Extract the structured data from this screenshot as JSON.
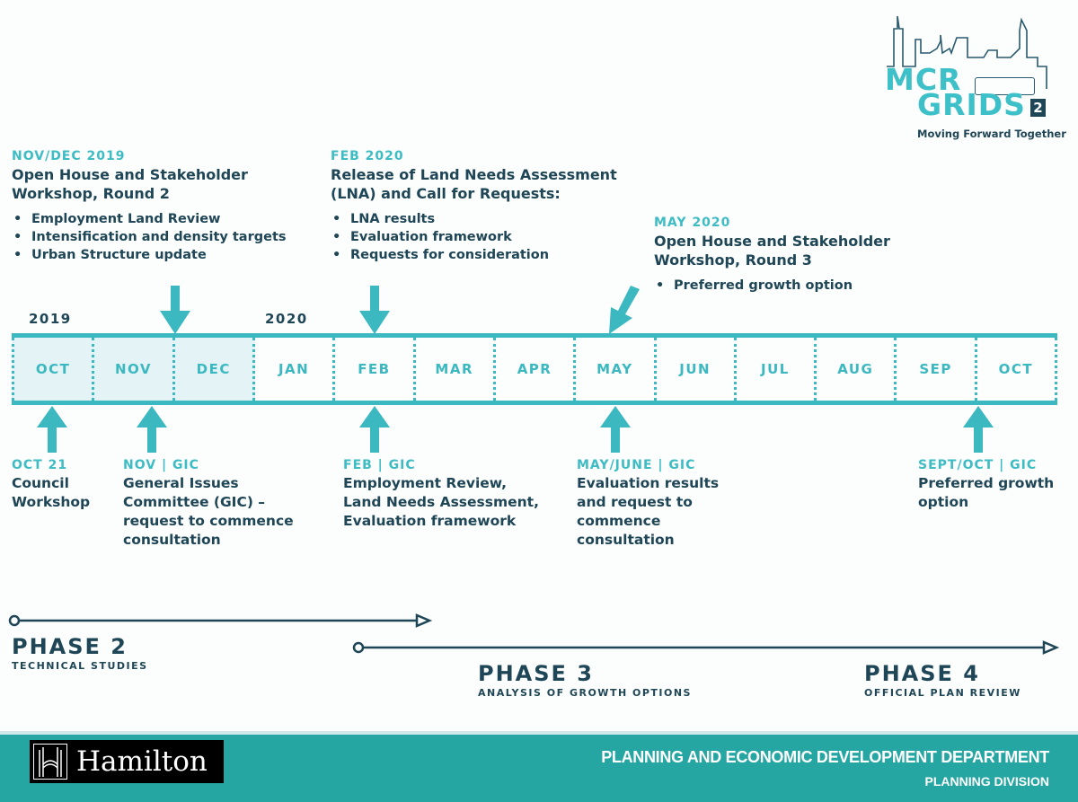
{
  "logo": {
    "name_line1": "MCR",
    "name_line2": "GRIDS",
    "superscript": "2",
    "tagline": "Moving Forward Together"
  },
  "events_top": [
    {
      "date": "NOV/DEC 2019",
      "title": "Open House and Stakeholder Workshop, Round 2",
      "bullets": [
        "Employment Land Review",
        "Intensification and density targets",
        "Urban Structure update"
      ]
    },
    {
      "date": "FEB 2020",
      "title": "Release of Land Needs Assessment (LNA) and Call for Requests:",
      "bullets": [
        "LNA results",
        "Evaluation framework",
        "Requests for consideration"
      ]
    },
    {
      "date": "MAY 2020",
      "title": "Open House and Stakeholder Workshop, Round 3",
      "bullets": [
        "Preferred growth option"
      ]
    }
  ],
  "years": [
    "2019",
    "2020"
  ],
  "months": [
    {
      "label": "OCT",
      "shaded": true
    },
    {
      "label": "NOV",
      "shaded": true
    },
    {
      "label": "DEC",
      "shaded": true
    },
    {
      "label": "JAN",
      "shaded": false
    },
    {
      "label": "FEB",
      "shaded": false
    },
    {
      "label": "MAR",
      "shaded": false
    },
    {
      "label": "APR",
      "shaded": false
    },
    {
      "label": "MAY",
      "shaded": false
    },
    {
      "label": "JUN",
      "shaded": false
    },
    {
      "label": "JUL",
      "shaded": false
    },
    {
      "label": "AUG",
      "shaded": false
    },
    {
      "label": "SEP",
      "shaded": false
    },
    {
      "label": "OCT",
      "shaded": false
    }
  ],
  "events_bottom": [
    {
      "date": "OCT 21",
      "text": "Council Workshop"
    },
    {
      "date": "NOV | GIC",
      "text": "General Issues Committee (GIC) – request to commence consultation"
    },
    {
      "date": "FEB | GIC",
      "text": "Employment Review, Land Needs Assessment, Evaluation framework"
    },
    {
      "date": "MAY/JUNE | GIC",
      "text": "Evaluation results and request to commence consultation"
    },
    {
      "date": "SEPT/OCT | GIC",
      "text": "Preferred growth option"
    }
  ],
  "phases": [
    {
      "title": "PHASE 2",
      "subtitle": "TECHNICAL STUDIES"
    },
    {
      "title": "PHASE 3",
      "subtitle": "ANALYSIS OF GROWTH OPTIONS"
    },
    {
      "title": "PHASE 4",
      "subtitle": "OFFICIAL PLAN REVIEW"
    }
  ],
  "footer": {
    "city": "Hamilton",
    "department": "PLANNING AND ECONOMIC DEVELOPMENT DEPARTMENT",
    "division": "PLANNING DIVISION"
  },
  "colors": {
    "teal": "#3bb8c0",
    "navy": "#1f4656",
    "footer_bg": "#26a6a3",
    "shade": "#e4f3f5"
  }
}
